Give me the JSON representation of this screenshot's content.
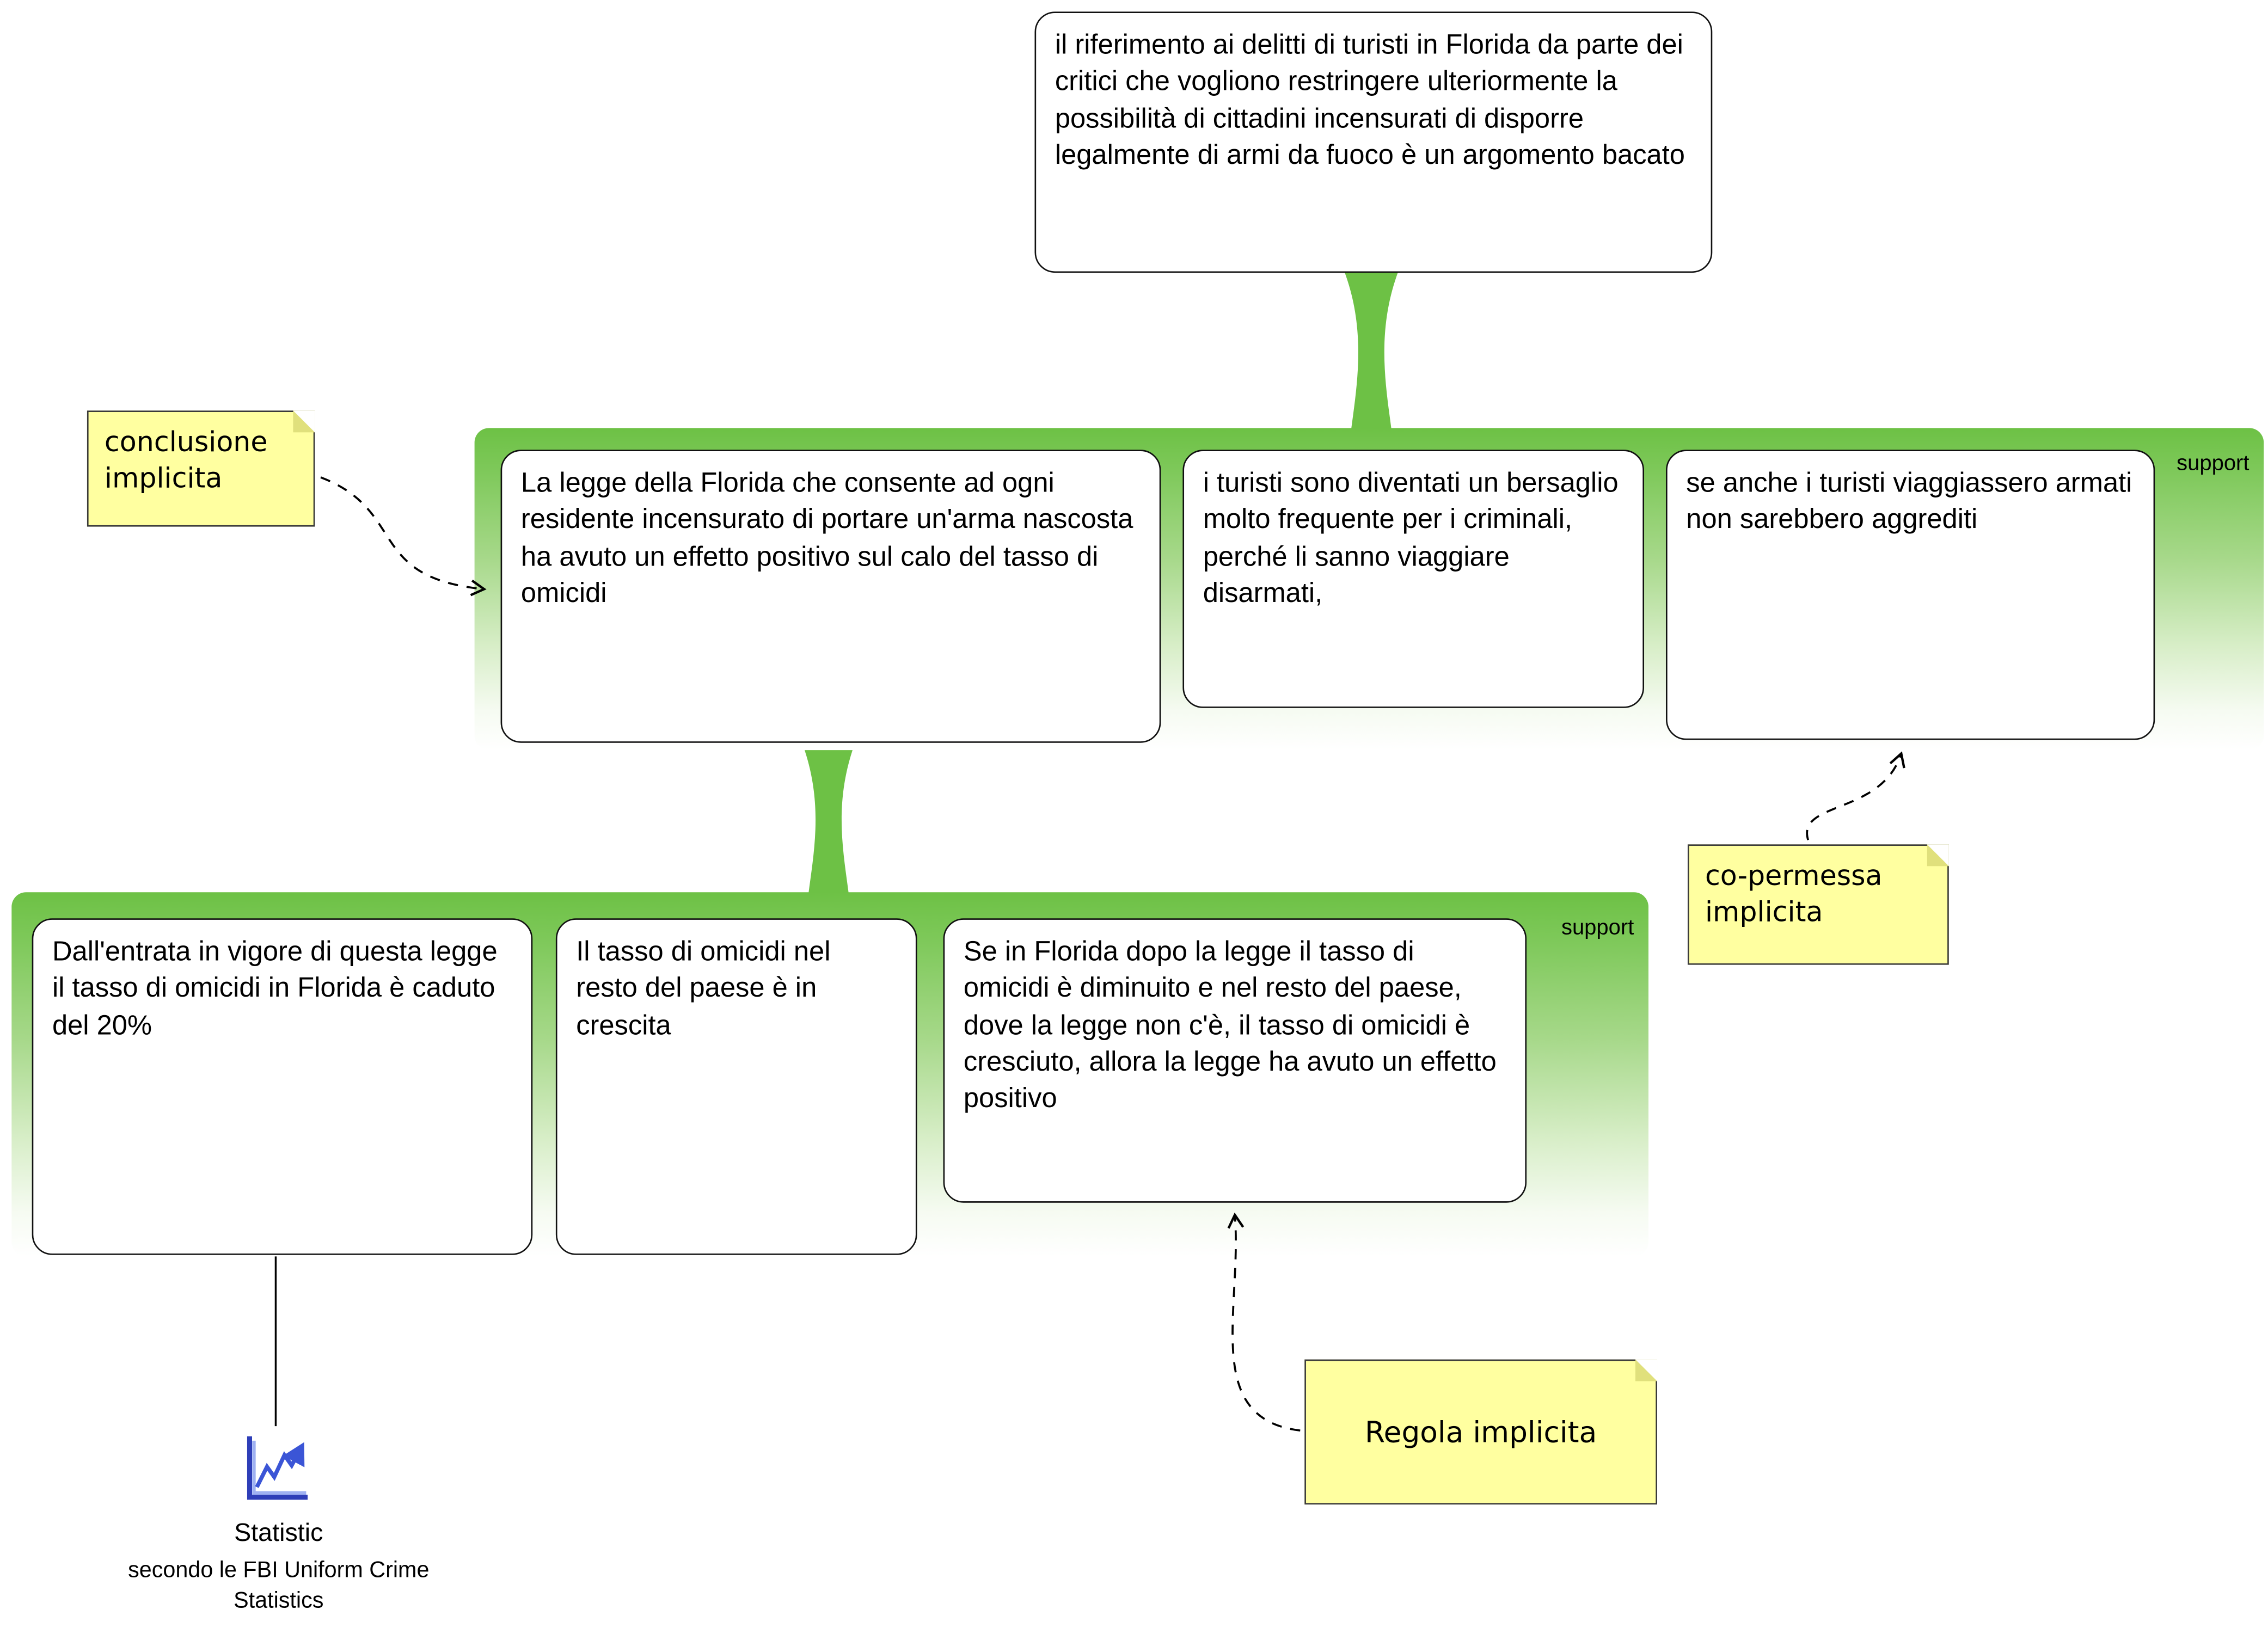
{
  "nodes": {
    "conclusion": "il riferimento ai delitti di turisti in Florida da parte dei critici che vogliono restringere ulteriormente la possibilità di cittadini incensurati di disporre legalmente di armi da fuoco è un argomento bacato",
    "premise_law_effect": "La legge della Florida che consente ad ogni residente incensurato di portare un'arma nascosta ha avuto un effetto positivo sul calo del tasso di omicidi",
    "premise_tourists_target": "i turisti sono diventati un bersaglio molto frequente per i criminali, perché li sanno viaggiare disarmati,",
    "premise_tourists_armed": "se anche i turisti viaggiassero armati non sarebbero aggrediti",
    "premise_drop_20": "Dall'entrata in vigore di questa legge il tasso di omicidi in Florida è caduto del 20%",
    "premise_rest_growth": "Il tasso di omicidi nel resto del paese è in crescita",
    "premise_rule": "Se in Florida dopo la legge il tasso di omicidi è diminuito e nel resto del paese, dove la legge non c'è, il tasso di omicidi è cresciuto, allora la legge ha avuto un effetto positivo"
  },
  "support_bars": {
    "upper_label": "support",
    "lower_label": "support"
  },
  "notes": {
    "conclusione": "conclusione implicita",
    "copermessa": "co-permessa implicita",
    "regola": "Regola implicita"
  },
  "evidence": {
    "type_label": "Statistic",
    "source": "secondo le FBI Uniform Crime Statistics"
  },
  "colors": {
    "support_green": "#6dc145",
    "note_yellow": "#ffffa0",
    "chart_blue": "#3b55d6"
  }
}
